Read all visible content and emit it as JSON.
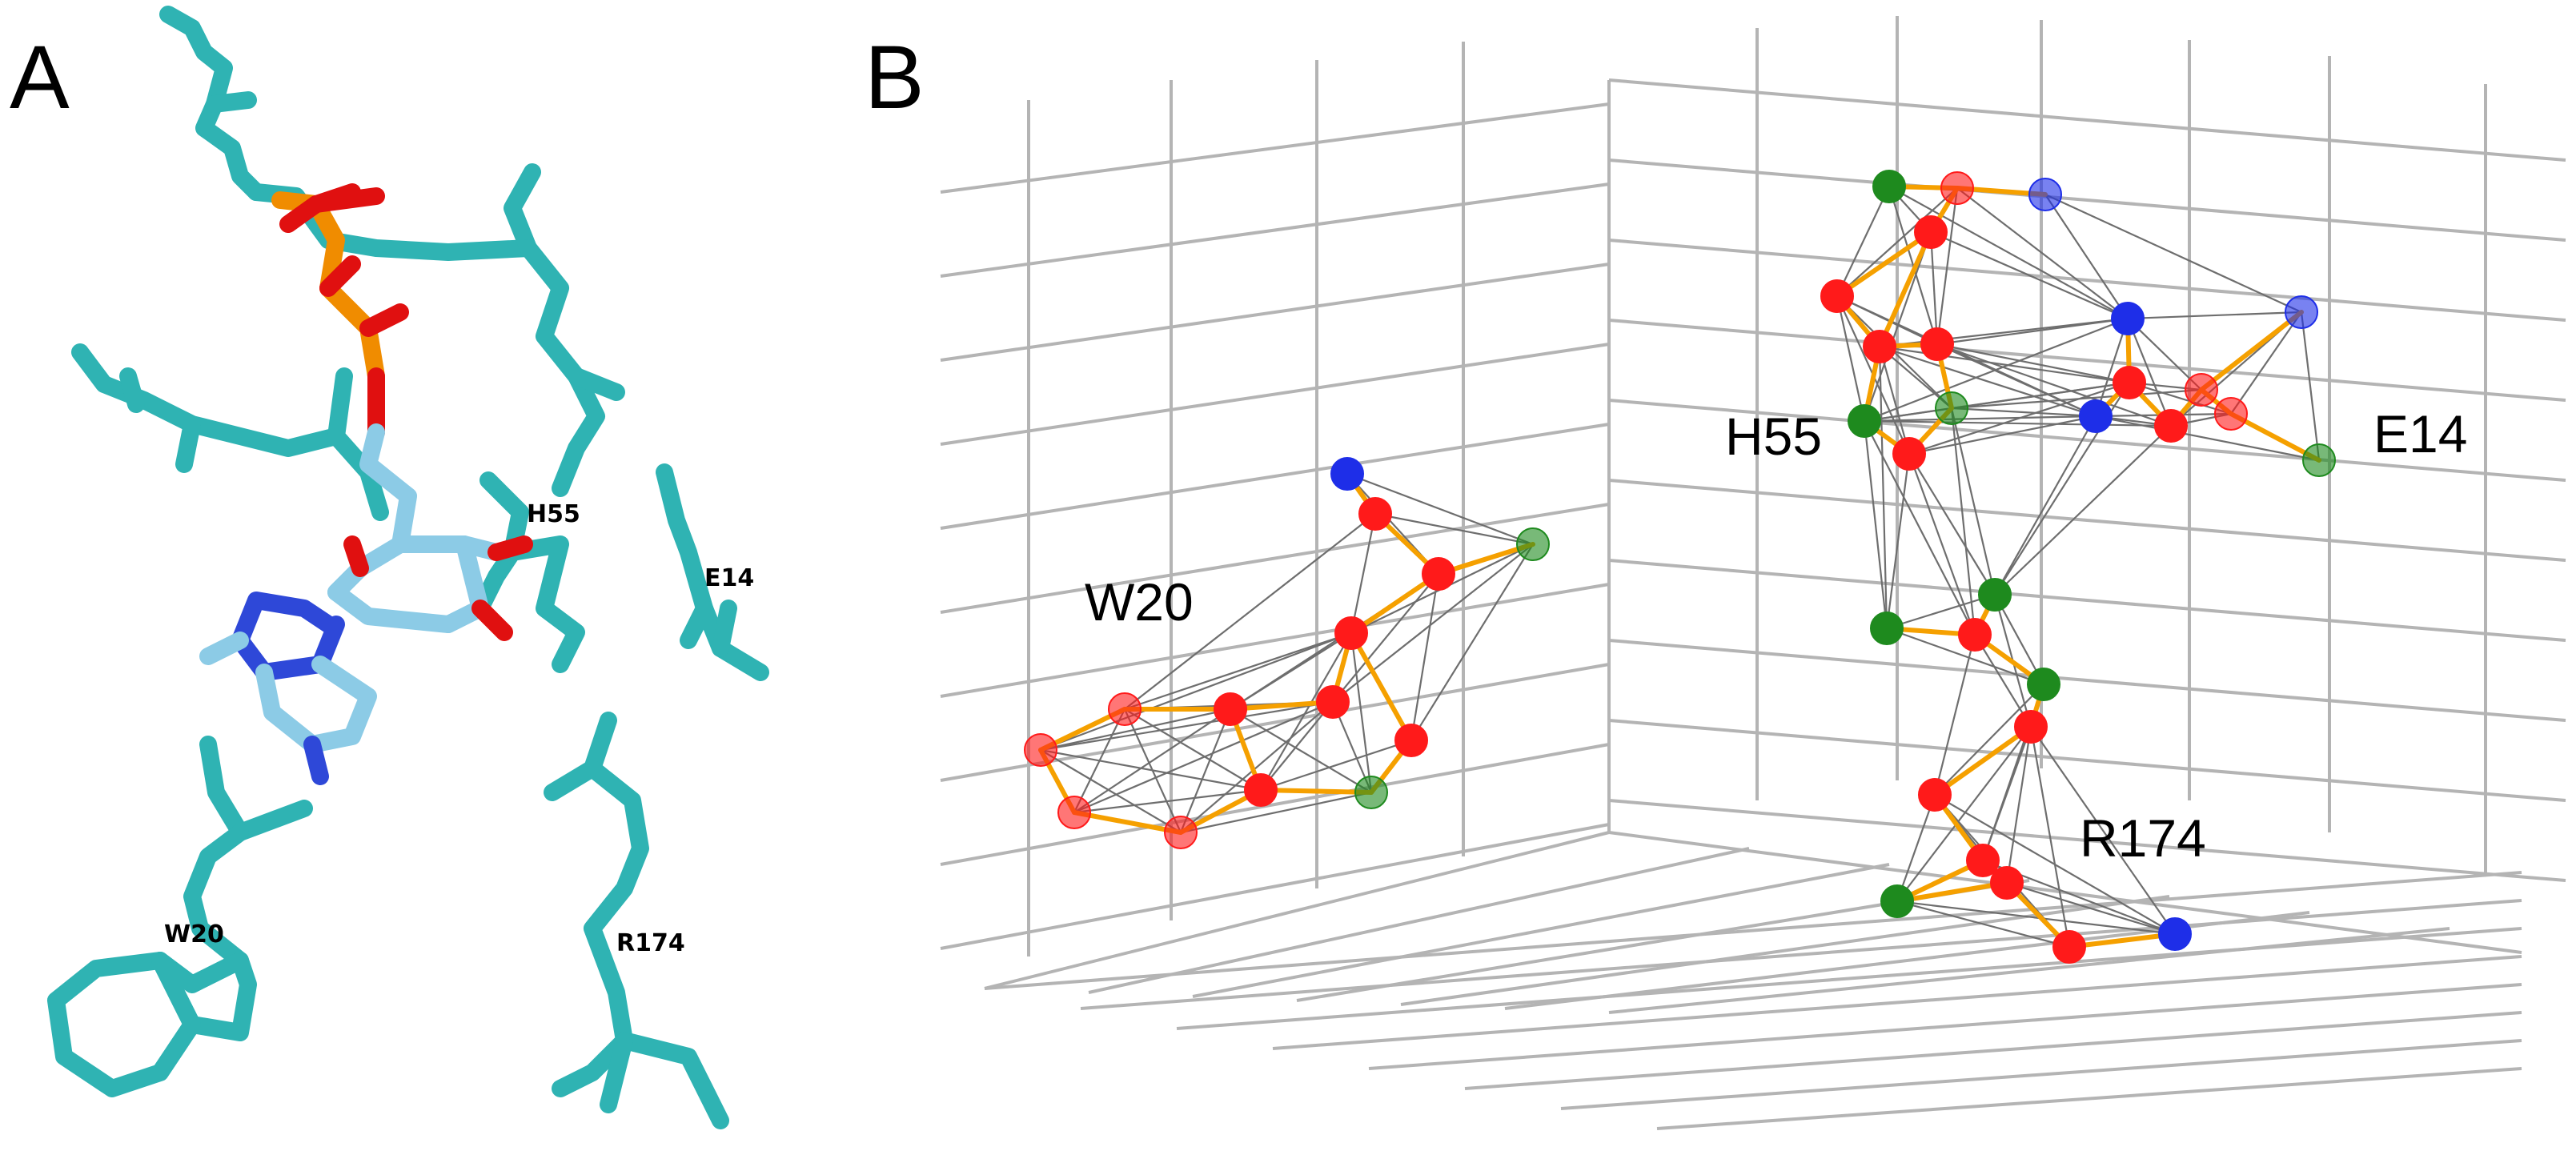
{
  "panels": {
    "a": {
      "letter": "A",
      "labels": {
        "h55": "H55",
        "e14": "E14",
        "w20": "W20",
        "r174": "R174"
      }
    },
    "b": {
      "letter": "B",
      "labels": {
        "w20": "W20",
        "h55": "H55",
        "e14": "E14",
        "r174": "R174"
      }
    }
  },
  "colors": {
    "carbon_teal": "#2fb3b3",
    "ligand_carbon": "#8ccbe6",
    "oxygen": "#e01010",
    "phosphorus": "#f08c00",
    "nitrogen": "#2e48d8",
    "grid": "#b4b4b4",
    "node_red": "#ff1a1a",
    "node_green": "#1e8a1e",
    "node_blue": "#1e2ee8",
    "edge_orange": "#f5a000",
    "edge_gray": "#6e6e6e"
  }
}
